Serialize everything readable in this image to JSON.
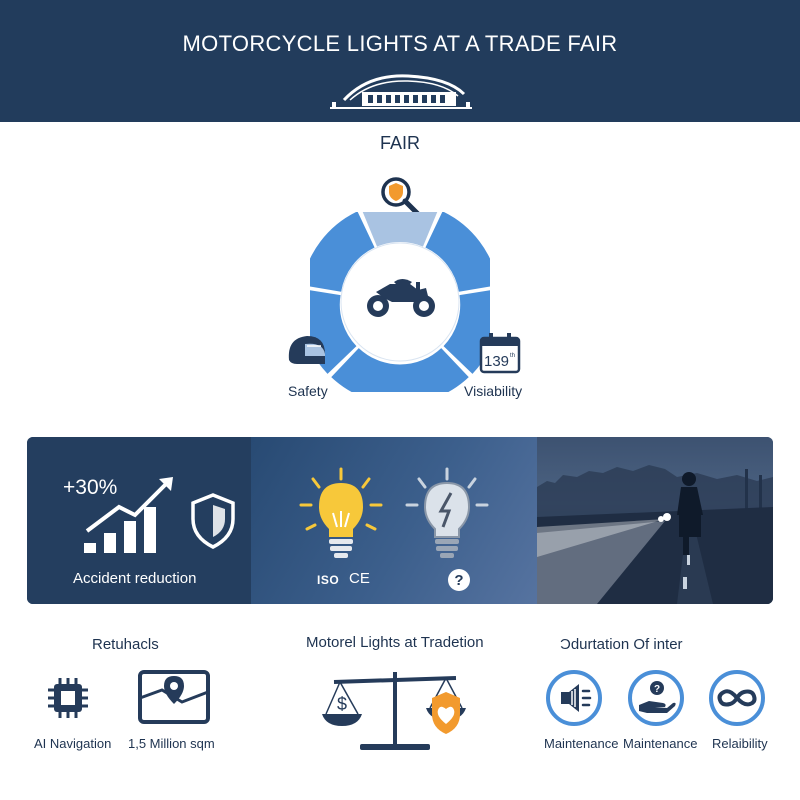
{
  "header": {
    "title": "MOTORCYCLE LIGHTS AT A TRADE FAIR"
  },
  "fair": {
    "label": "FAIR",
    "calendar_number": "139",
    "calendar_suffix": "th",
    "labels": {
      "safety": "Safety",
      "visibility": "Visiability"
    }
  },
  "banner": {
    "stat": "+30%",
    "stat_label": "Accident reduction",
    "cert_iso": "ISO",
    "cert_ce": "CE",
    "question_mark": "?"
  },
  "bottom": {
    "left": {
      "title": "Retuhacls",
      "items": [
        "AI Navigation",
        "1,5 Million sqm"
      ]
    },
    "center": {
      "title": "Motorel Lights at Tradetion",
      "dollar": "$"
    },
    "right": {
      "title": "Ɔdurtation Of inter",
      "items": [
        "Maintenance",
        "Maintenance",
        "Relaibility"
      ]
    }
  },
  "colors": {
    "navy": "#223c5c",
    "blue": "#4a8fd8",
    "light_blue": "#a9c3e2",
    "orange": "#f29a2e",
    "yellow": "#f7c83a"
  },
  "icons": [
    "hall-icon",
    "search-shield-icon",
    "motorcycle-icon",
    "helmet-icon",
    "calendar-icon",
    "growth-chart-icon",
    "shield-icon",
    "lightbulb-on-icon",
    "lightbulb-off-icon",
    "question-icon",
    "chip-icon",
    "map-pin-icon",
    "scale-icon",
    "heart-shield-icon",
    "speaker-icon",
    "hand-help-icon",
    "infinity-icon"
  ]
}
